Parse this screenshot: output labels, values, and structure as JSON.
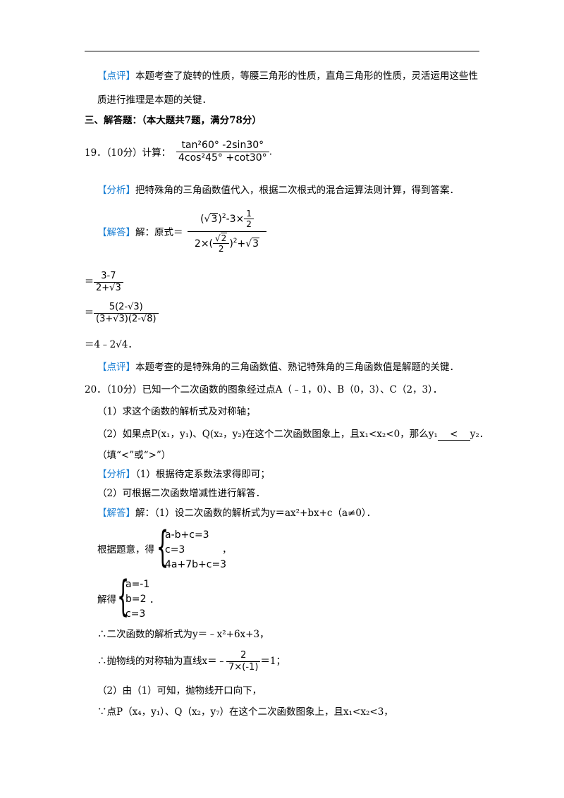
{
  "comment1": {
    "tag": "【点评】",
    "line1": "本题考查了旋转的性质，等腰三角形的性质，直角三角形的性质，灵活运用这些性",
    "line2": "质进行推理是本题的关键．"
  },
  "section": {
    "title": "三、解答题：",
    "note": "（本大题共7题，满分78分）"
  },
  "q19": {
    "number": "19．",
    "score": "（10分）计算：",
    "num": "tan²60° -2sin30°",
    "den": "4cos²45° +cot30°",
    "analysis_tag": "【分析】",
    "analysis": "把特殊角的三角函数值代入，根据二次根式的混合运算法则计算，得到答案．",
    "answer_tag": "【解答】",
    "answer_lead": "解：原式＝",
    "step2_num": "3-7",
    "step2_den": "2+√3",
    "step3_num": "5(2-√3)",
    "step3_den": "(3+√3)(2-√8)",
    "step4": "＝4﹣2√4．",
    "comment_tag": "【点评】",
    "comment": "本题考查的是特殊角的三角函数值、熟记特殊角的三角函数值是解题的关键．"
  },
  "q20": {
    "number": "20．",
    "stem": "（10分）已知一个二次函数的图象经过点A（﹣1，0）、B（0，3）、C（2，3）．",
    "part1": "（1）求这个函数的解析式及对称轴；",
    "part2": "（2）如果点P(x₁，y₁)、Q(x₂，y₂)在这个二次函数图象上，且x₁<x₂<0，那么y₁",
    "blank": "<",
    "part2_end": "y₂．",
    "part2_hint": "（填“<”或“>”）",
    "analysis_tag": "【分析】",
    "analysis1": "（1）根据待定系数法求得即可；",
    "analysis2": "（2）可根据二次函数增减性进行解答．",
    "answer_tag": "【解答】",
    "answer1": "解：（1）设二次函数的解析式为y＝ax²+bx+c（a≠0）．",
    "sys1_lead": "根据题意，得",
    "sys1": [
      "a-b+c=3",
      "c=3",
      "4a+7b+c=3"
    ],
    "sys1_tail": "，",
    "sys2_lead": "解得",
    "sys2": [
      "a=-1",
      "b=2",
      "c=3"
    ],
    "sys2_tail": "．",
    "line_func": "∴二次函数的解析式为y＝﹣x²+6x+3，",
    "axis_lead": "∴抛物线的对称轴为直线x＝﹣",
    "axis_num": "2",
    "axis_den": "7×(-1)",
    "axis_tail": "＝1；",
    "part2_sol": "（2）由（1）可知，抛物线开口向下，",
    "last_line": "∵点P（x₄，y₁）、Q（x₂，y₇）在这个二次函数图象上，且x₁<x₂<3，"
  }
}
